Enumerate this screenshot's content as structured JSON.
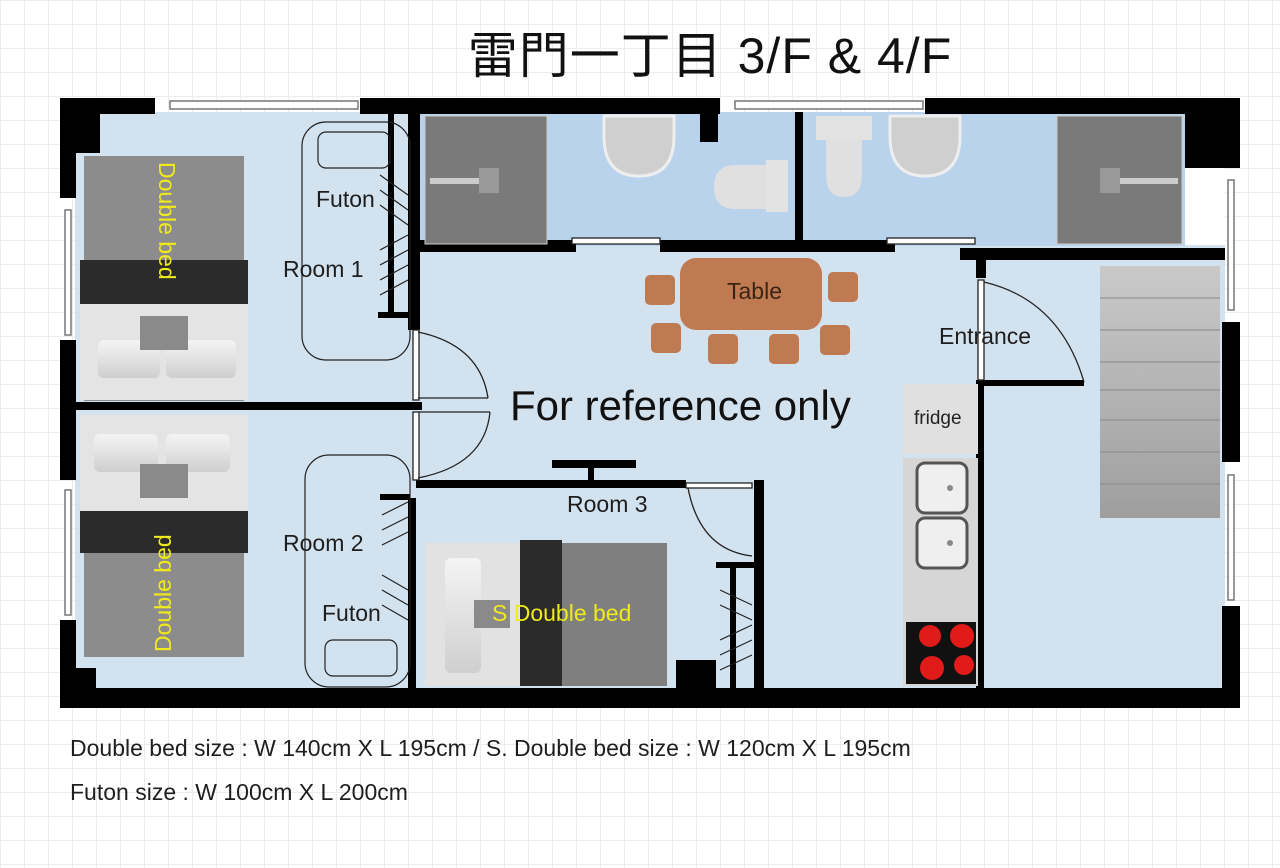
{
  "title": "雷門一丁目 3/F & 4/F",
  "watermark": "For reference only",
  "rooms": [
    {
      "id": "room1",
      "label": "Room 1",
      "bed_label": "Double bed",
      "futon_label": "Futon"
    },
    {
      "id": "room2",
      "label": "Room 2",
      "bed_label": "Double bed",
      "futon_label": "Futon"
    },
    {
      "id": "room3",
      "label": "Room 3",
      "bed_label": "S Double bed"
    }
  ],
  "common": {
    "table_label": "Table",
    "entrance_label": "Entrance",
    "fridge_label": "fridge"
  },
  "specs": {
    "line1": "Double bed size : W 140cm X L 195cm  /  S. Double bed size : W 120cm X L 195cm",
    "line2": "Futon size :  W 100cm X L 200cm"
  },
  "colors": {
    "floor": "#d3e2ef",
    "bathroom_floor": "#b9d3ec",
    "wall": "#000000",
    "table": "#c07a52",
    "bed_label": "#f0ea1a",
    "stove_burner": "#e11a1a"
  }
}
